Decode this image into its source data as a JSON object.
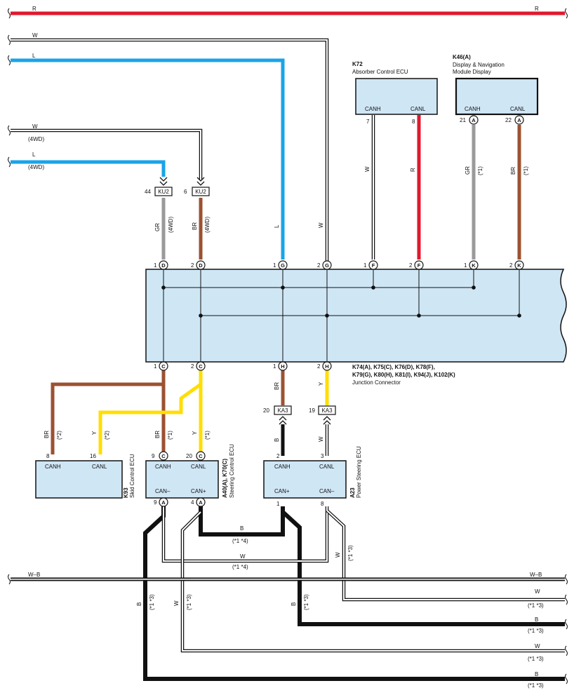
{
  "colors": {
    "R": "#e0182d",
    "L": "#1aa3e8",
    "BR": "#9b5232",
    "GR": "#9a9a9a",
    "Y": "#ffde00",
    "B": "#111111",
    "W": "#ffffff",
    "box_fill": "#cfe6f5"
  },
  "wires": {
    "r_left": "R",
    "r_right": "R",
    "w_top": "W",
    "l_top": "L",
    "w_4wd": "W",
    "w_4wd_note": "(4WD)",
    "l_4wd": "L",
    "l_4wd_note": "(4WD)",
    "gr_ku2": "GR",
    "gr_ku2_note": "(4WD)",
    "br_ku2": "BR",
    "br_ku2_note": "(4WD)",
    "l_g": "L",
    "w_g": "W",
    "w_k72": "W",
    "r_k72": "R",
    "gr_k46": "GR",
    "gr_k46_note": "(*1)",
    "br_k46": "BR",
    "br_k46_note": "(*1)",
    "br_k93": "BR",
    "br_k93_note": "(*2)",
    "y_k93": "Y",
    "y_k93_note": "(*2)",
    "br_a40": "BR",
    "br_a40_note": "(*1)",
    "y_a40": "Y",
    "y_a40_note": "(*1)",
    "br_h": "BR",
    "y_h": "Y",
    "b_a23": "B",
    "w_a23": "W",
    "b_mid": "B",
    "b_mid_note": "(*1 *4)",
    "w_mid": "W",
    "w_mid_note": "(*1 *4)",
    "b_left_v": "B",
    "b_left_v_note": "(*1 *3)",
    "w_left_v": "W",
    "w_left_v_note": "(*1 *3)",
    "b_right_v": "B",
    "b_right_v_note": "(*1 *3)",
    "w_right_v": "W",
    "w_right_v_note": "(*1 *3)",
    "wb_left": "W–B",
    "wb_right": "W–B",
    "out_w1": "W",
    "out_w1_note": "(*1 *3)",
    "out_b1": "B",
    "out_b1_note": "(*1 *3)",
    "out_w2": "W",
    "out_w2_note": "(*1 *3)",
    "out_b2": "B",
    "out_b2_note": "(*1 *3)"
  },
  "components": {
    "k72": {
      "id": "K72",
      "name": "Absorber Control ECU",
      "canh": "CANH",
      "canl": "CANL",
      "pin_h": "7",
      "pin_l": "8"
    },
    "k46": {
      "id": "K46(A)",
      "name_line1": "Display & Navigation",
      "name_line2": "Module Display",
      "canh": "CANH",
      "canl": "CANL",
      "pin_h": "21",
      "pin_l": "22",
      "conn_h": "A",
      "conn_l": "A"
    },
    "ku2": {
      "name": "KU2",
      "pin_a": "44",
      "pin_b": "6"
    },
    "junction": {
      "line1": "K74(A), K75(C), K76(D), K78(F),",
      "line2": "K79(G), K80(H), K81(I), K94(J), K102(K)",
      "line3": "Junction Connector",
      "top_pins": [
        {
          "num": "1",
          "conn": "D"
        },
        {
          "num": "2",
          "conn": "D"
        },
        {
          "num": "1",
          "conn": "G"
        },
        {
          "num": "2",
          "conn": "G"
        },
        {
          "num": "1",
          "conn": "F"
        },
        {
          "num": "2",
          "conn": "F"
        },
        {
          "num": "1",
          "conn": "K"
        },
        {
          "num": "2",
          "conn": "K"
        }
      ],
      "bottom_pins": [
        {
          "num": "1",
          "conn": "C"
        },
        {
          "num": "2",
          "conn": "C"
        },
        {
          "num": "1",
          "conn": "H"
        },
        {
          "num": "2",
          "conn": "H"
        }
      ]
    },
    "ka3": {
      "name": "KA3",
      "pin_a": "20",
      "pin_b": "19"
    },
    "k93": {
      "id": "K93",
      "name": "Skid Control ECU",
      "canh": "CANH",
      "canl": "CANL",
      "pin_h": "8",
      "pin_l": "16"
    },
    "a40": {
      "id": "A40(A), K70(C)",
      "name": "Steering Control ECU",
      "canh": "CANH",
      "canl": "CANL",
      "can_minus": "CAN–",
      "can_plus": "CAN+",
      "pin_h": "9",
      "pin_l": "20",
      "conn_h": "C",
      "conn_l": "C",
      "pin_m": "9",
      "pin_p": "4",
      "conn_m": "A",
      "conn_p": "A"
    },
    "a23": {
      "id": "A23",
      "name": "Power Steering ECU",
      "canh": "CANH",
      "canl": "CANL",
      "can_plus": "CAN+",
      "can_minus": "CAN–",
      "pin_h": "2",
      "pin_l": "3",
      "pin_p": "1",
      "pin_m": "8"
    }
  }
}
